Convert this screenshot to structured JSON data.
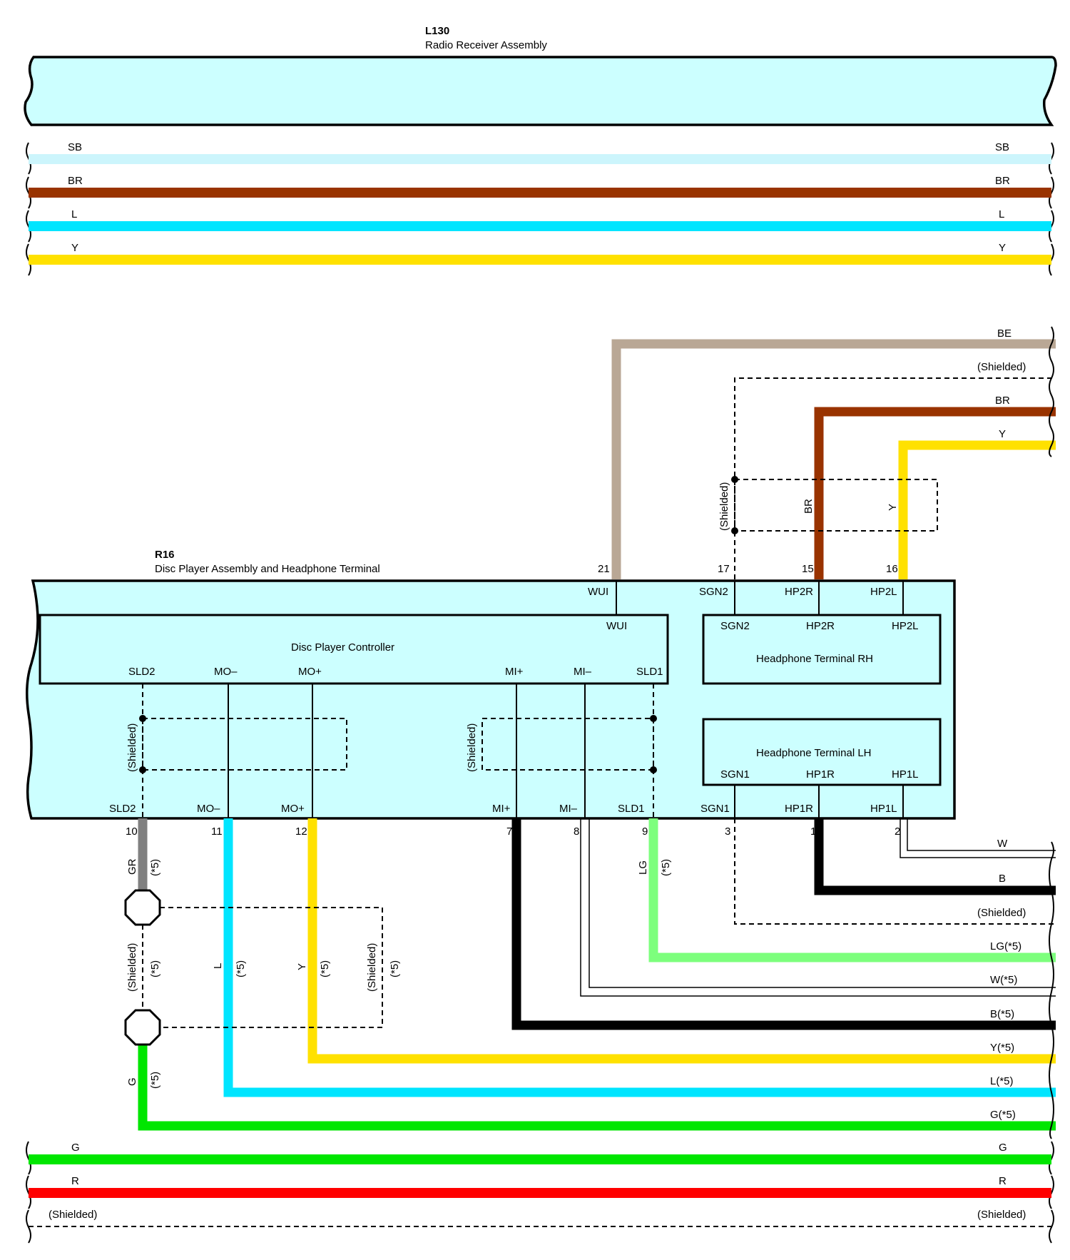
{
  "colors": {
    "SB": "#ccf5fc",
    "BR": "#993300",
    "L": "#00e5ff",
    "Y": "#ffe100",
    "G": "#00e600",
    "R": "#ff0000",
    "BE": "#b9a795",
    "GR": "#808080",
    "LG": "#7dff7d",
    "B": "#000000",
    "W": "#ffffff",
    "box_fill": "#ccffff",
    "line": "#000000"
  },
  "components": {
    "radio": {
      "code": "L130",
      "name": "Radio Receiver Assembly"
    },
    "disc": {
      "code": "R16",
      "name": "Disc Player Assembly and Headphone Terminal"
    },
    "controller": {
      "name": "Disc Player Controller"
    },
    "hp_rh": {
      "name": "Headphone Terminal RH"
    },
    "hp_lh": {
      "name": "Headphone Terminal LH"
    }
  },
  "top_wires": [
    "SB",
    "BR",
    "L",
    "Y"
  ],
  "bottom_wires": [
    "G",
    "R",
    "(Shielded)"
  ],
  "right_wires_top": [
    "BE",
    "(Shielded)",
    "BR",
    "Y"
  ],
  "right_wires_bottom": [
    "W",
    "B",
    "(Shielded)",
    "LG(*5)",
    "W(*5)",
    "B(*5)",
    "Y(*5)",
    "L(*5)",
    "G(*5)"
  ],
  "pins": {
    "top": [
      {
        "num": "21",
        "name": "WUI"
      },
      {
        "num": "17",
        "name": "SGN2"
      },
      {
        "num": "15",
        "name": "HP2R"
      },
      {
        "num": "16",
        "name": "HP2L"
      }
    ],
    "bottom": [
      {
        "num": "10",
        "name": "SLD2"
      },
      {
        "num": "11",
        "name": "MO–"
      },
      {
        "num": "12",
        "name": "MO+"
      },
      {
        "num": "7",
        "name": "MI+"
      },
      {
        "num": "8",
        "name": "MI–"
      },
      {
        "num": "9",
        "name": "SLD1"
      },
      {
        "num": "3",
        "name": "SGN1"
      },
      {
        "num": "1",
        "name": "HP1R"
      },
      {
        "num": "2",
        "name": "HP1L"
      }
    ]
  },
  "inner_labels": {
    "controller_wui": "WUI",
    "controller_pins": [
      "SLD2",
      "MO–",
      "MO+",
      "MI+",
      "MI–",
      "SLD1"
    ],
    "rh_pins": [
      "SGN2",
      "HP2R",
      "HP2L"
    ],
    "lh_pins": [
      "SGN1",
      "HP1R",
      "HP1L"
    ]
  },
  "vertical_labels": {
    "shielded": "(Shielded)",
    "star5": "(*5)",
    "BR": "BR",
    "Y": "Y",
    "GR": "GR",
    "LG": "LG",
    "L": "L",
    "G": "G"
  }
}
